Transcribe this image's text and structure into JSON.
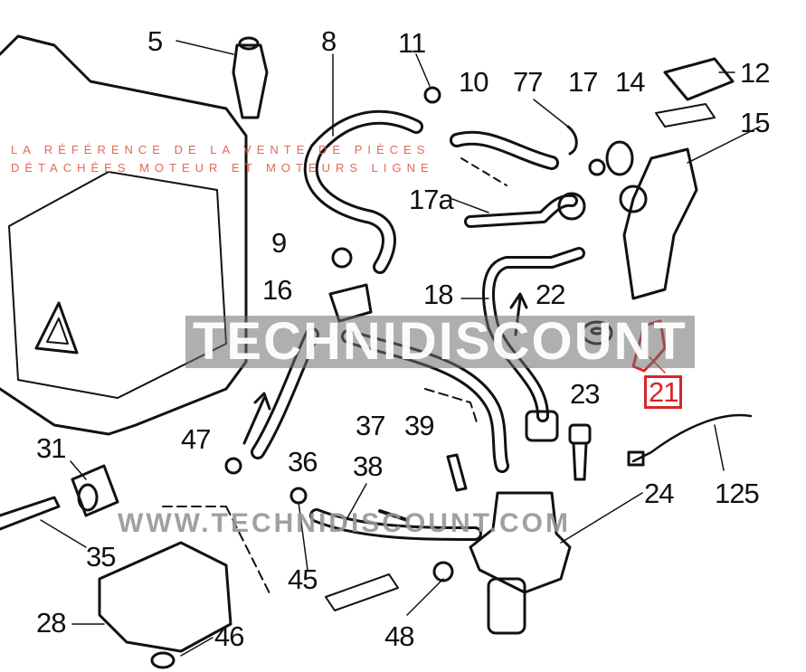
{
  "diagram": {
    "part_labels": [
      "5",
      "8",
      "11",
      "10",
      "77",
      "17",
      "14",
      "12",
      "15",
      "9",
      "17a",
      "16",
      "18",
      "22",
      "21",
      "23",
      "37",
      "39",
      "47",
      "36",
      "31",
      "38",
      "24",
      "125",
      "35",
      "45",
      "28",
      "46",
      "48"
    ],
    "highlighted_part": "21",
    "highlight_color": "#d9252b"
  },
  "watermark": {
    "brand": "TECHNIDISCOUNT",
    "tagline_1": "LA RÉFÉRENCE DE LA VENTE DE PIÈCES",
    "tagline_2": "DÉTACHÉES MOTEUR ET MOTEURS LIGNE",
    "url": "WWW.TECHNIDISCOUNT.COM"
  }
}
